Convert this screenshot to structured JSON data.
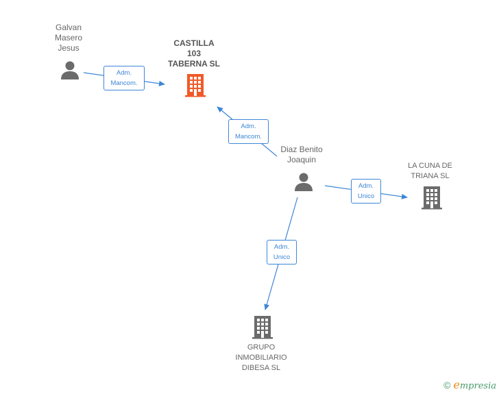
{
  "nodes": {
    "castilla": {
      "label": "CASTILLA\n103\nTABERNA  SL",
      "type": "company-highlighted"
    },
    "galvan": {
      "label": "Galvan\nMasero\nJesus",
      "type": "person"
    },
    "diaz": {
      "label": "Diaz Benito\nJoaquin",
      "type": "person"
    },
    "cuna": {
      "label": "LA CUNA DE\nTRIANA  SL",
      "type": "company"
    },
    "grupo": {
      "label": "GRUPO\nINMOBILIARIO\nDIBESA SL",
      "type": "company"
    }
  },
  "relations": {
    "galvan_castilla": "Adm.\nMancom.",
    "diaz_castilla": "Adm.\nMancom.",
    "diaz_cuna": "Adm.\nUnico",
    "diaz_grupo": "Adm.\nUnico"
  },
  "colors": {
    "edge": "#3d86d6",
    "company_highlight": "#f05a28",
    "company": "#6b6b6b",
    "person": "#6b6b6b"
  },
  "footer": {
    "copyright": "©",
    "brand_initial": "e",
    "brand_rest": "mpresia"
  }
}
